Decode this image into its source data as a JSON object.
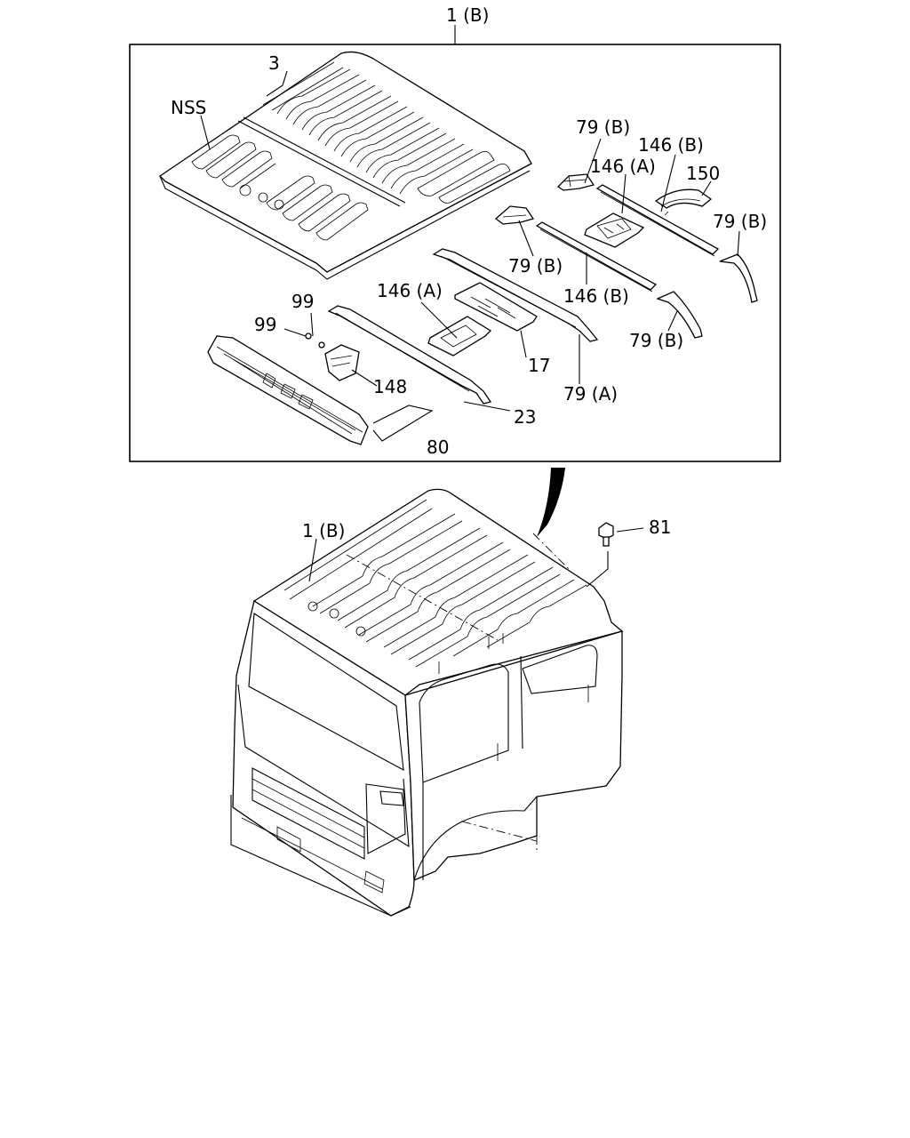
{
  "labels": {
    "assembly_top": "1 (B)",
    "assembly_cab": "1 (B)",
    "part_3": "3",
    "nss": "NSS",
    "part_79b_1": "79 (B)",
    "part_146b_1": "146 (B)",
    "part_146a_1": "146 (A)",
    "part_150": "150",
    "part_79b_2": "79 (B)",
    "part_79b_3": "79 (B)",
    "part_146b_2": "146 (B)",
    "part_79b_4": "79 (B)",
    "part_146a_2": "146 (A)",
    "part_99_1": "99",
    "part_99_2": "99",
    "part_17": "17",
    "part_79a": "79 (A)",
    "part_148": "148",
    "part_23": "23",
    "part_80": "80",
    "part_81": "81"
  },
  "icons": {
    "roof_panel": "roof-panel-illustration",
    "truck_cab": "truck-cab-illustration",
    "bolt": "bolt-icon"
  }
}
